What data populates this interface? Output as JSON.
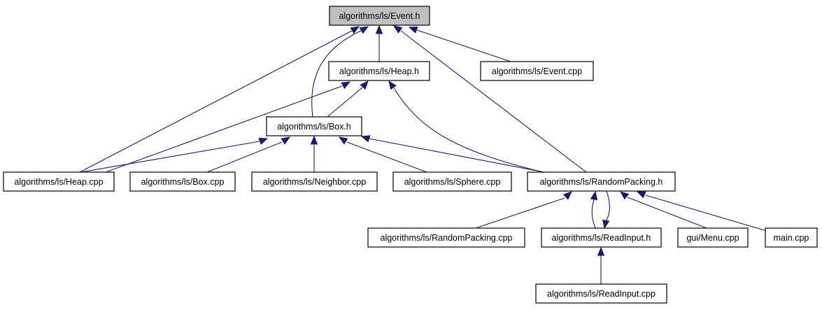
{
  "diagram": {
    "type": "include-dependency-graph",
    "nodes": [
      {
        "id": "event_h",
        "label": "algorithms/ls/Event.h",
        "highlighted": true
      },
      {
        "id": "heap_h",
        "label": "algorithms/ls/Heap.h"
      },
      {
        "id": "event_cpp",
        "label": "algorithms/ls/Event.cpp"
      },
      {
        "id": "box_h",
        "label": "algorithms/ls/Box.h"
      },
      {
        "id": "heap_cpp",
        "label": "algorithms/ls/Heap.cpp"
      },
      {
        "id": "box_cpp",
        "label": "algorithms/ls/Box.cpp"
      },
      {
        "id": "neighbor_cpp",
        "label": "algorithms/ls/Neighbor.cpp"
      },
      {
        "id": "sphere_cpp",
        "label": "algorithms/ls/Sphere.cpp"
      },
      {
        "id": "randompacking_h",
        "label": "algorithms/ls/RandomPacking.h"
      },
      {
        "id": "randompacking_cpp",
        "label": "algorithms/ls/RandomPacking.cpp"
      },
      {
        "id": "readinput_h",
        "label": "algorithms/ls/ReadInput.h"
      },
      {
        "id": "menu_cpp",
        "label": "gui/Menu.cpp"
      },
      {
        "id": "main_cpp",
        "label": "main.cpp"
      },
      {
        "id": "readinput_cpp",
        "label": "algorithms/ls/ReadInput.cpp"
      }
    ],
    "edges": [
      {
        "from": "heap_h",
        "to": "event_h"
      },
      {
        "from": "event_cpp",
        "to": "event_h"
      },
      {
        "from": "heap_cpp",
        "to": "event_h"
      },
      {
        "from": "box_h",
        "to": "event_h"
      },
      {
        "from": "randompacking_h",
        "to": "event_h"
      },
      {
        "from": "box_h",
        "to": "heap_h"
      },
      {
        "from": "heap_cpp",
        "to": "heap_h"
      },
      {
        "from": "randompacking_h",
        "to": "heap_h"
      },
      {
        "from": "heap_cpp",
        "to": "box_h"
      },
      {
        "from": "box_cpp",
        "to": "box_h"
      },
      {
        "from": "neighbor_cpp",
        "to": "box_h"
      },
      {
        "from": "sphere_cpp",
        "to": "box_h"
      },
      {
        "from": "randompacking_h",
        "to": "box_h"
      },
      {
        "from": "randompacking_cpp",
        "to": "randompacking_h"
      },
      {
        "from": "readinput_h",
        "to": "randompacking_h"
      },
      {
        "from": "randompacking_h",
        "to": "readinput_h"
      },
      {
        "from": "menu_cpp",
        "to": "randompacking_h"
      },
      {
        "from": "main_cpp",
        "to": "randompacking_h"
      },
      {
        "from": "readinput_cpp",
        "to": "readinput_h"
      }
    ],
    "colors": {
      "edge": "#191970",
      "highlighted_node_fill": "#bfbfbf",
      "node_fill": "#ffffff",
      "node_border": "#000000"
    }
  }
}
